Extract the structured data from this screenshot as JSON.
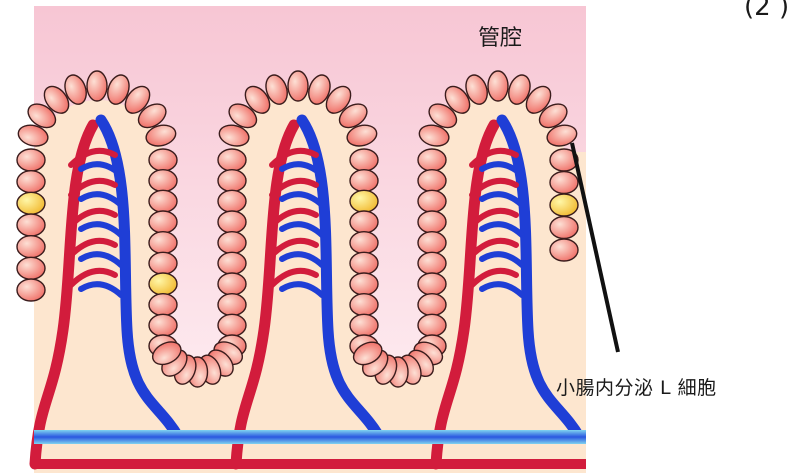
{
  "labels": {
    "lumen": "管腔",
    "l_cell": "小腸内分泌 L 細胞",
    "corner": "(2 )"
  },
  "colors": {
    "lumen_top": "#f7c6d4",
    "lumen_bottom": "#fff3f6",
    "tissue": "#fde6cf",
    "cell_light": "#fde0d5",
    "cell_dark": "#ef6a62",
    "cell_outline": "#3a1c1c",
    "l_cell_light": "#fff7a8",
    "l_cell_dark": "#f1b62a",
    "artery": "#d21c3c",
    "vein": "#1f3ed6",
    "leader_line": "#111111"
  },
  "icons": [
    "intestinal-villus",
    "epithelial-cell",
    "l-cell",
    "artery",
    "vein"
  ]
}
